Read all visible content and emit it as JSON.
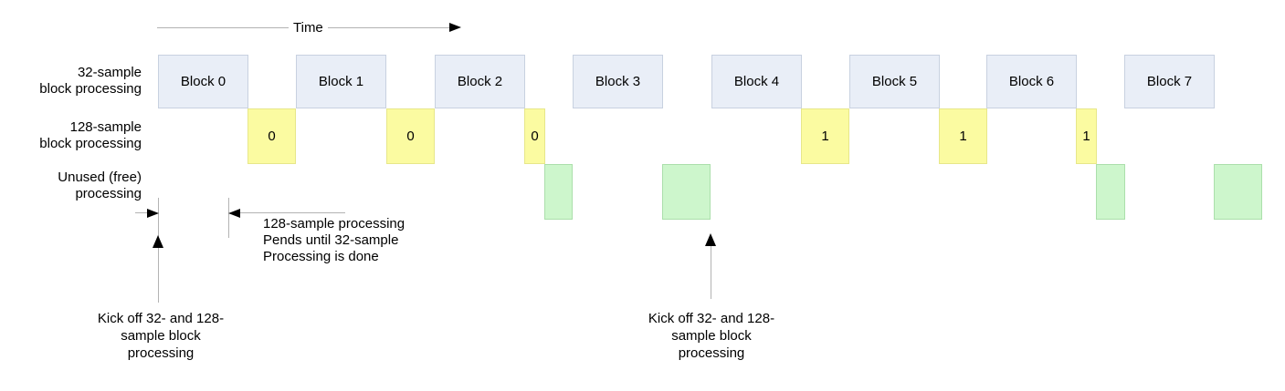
{
  "time_axis": {
    "label": "Time"
  },
  "row_labels": [
    {
      "lines": [
        "32-sample",
        "block processing"
      ]
    },
    {
      "lines": [
        "128-sample",
        "block processing"
      ]
    },
    {
      "lines": [
        "Unused (free)",
        "processing"
      ]
    }
  ],
  "blocks_32": [
    {
      "label": "Block 0"
    },
    {
      "label": "Block 1"
    },
    {
      "label": "Block 2"
    },
    {
      "label": "Block 3"
    },
    {
      "label": "Block 4"
    },
    {
      "label": "Block 5"
    },
    {
      "label": "Block 6"
    },
    {
      "label": "Block 7"
    }
  ],
  "blocks_128": [
    {
      "label": "0"
    },
    {
      "label": "0"
    },
    {
      "label": "0"
    },
    {
      "label": "1"
    },
    {
      "label": "1"
    },
    {
      "label": "1"
    }
  ],
  "annotations": {
    "pend_note": {
      "lines": [
        "128-sample processing",
        "Pends until 32-sample",
        "Processing is done"
      ]
    },
    "kickoff_left": {
      "lines": [
        "Kick off 32- and 128-",
        "sample block",
        "processing"
      ]
    },
    "kickoff_right": {
      "lines": [
        "Kick off 32- and 128-",
        "sample block",
        "processing"
      ]
    }
  },
  "colors": {
    "block_32_fill": "#e9eef7",
    "block_32_border": "#c8d1e0",
    "block_128_fill": "#fbfba1",
    "block_128_border": "#e7e78a",
    "free_fill": "#cdf6cc",
    "free_border": "#abdfab",
    "connector_line": "#b3b3b3",
    "arrowhead": "#000000",
    "text": "#000000"
  }
}
